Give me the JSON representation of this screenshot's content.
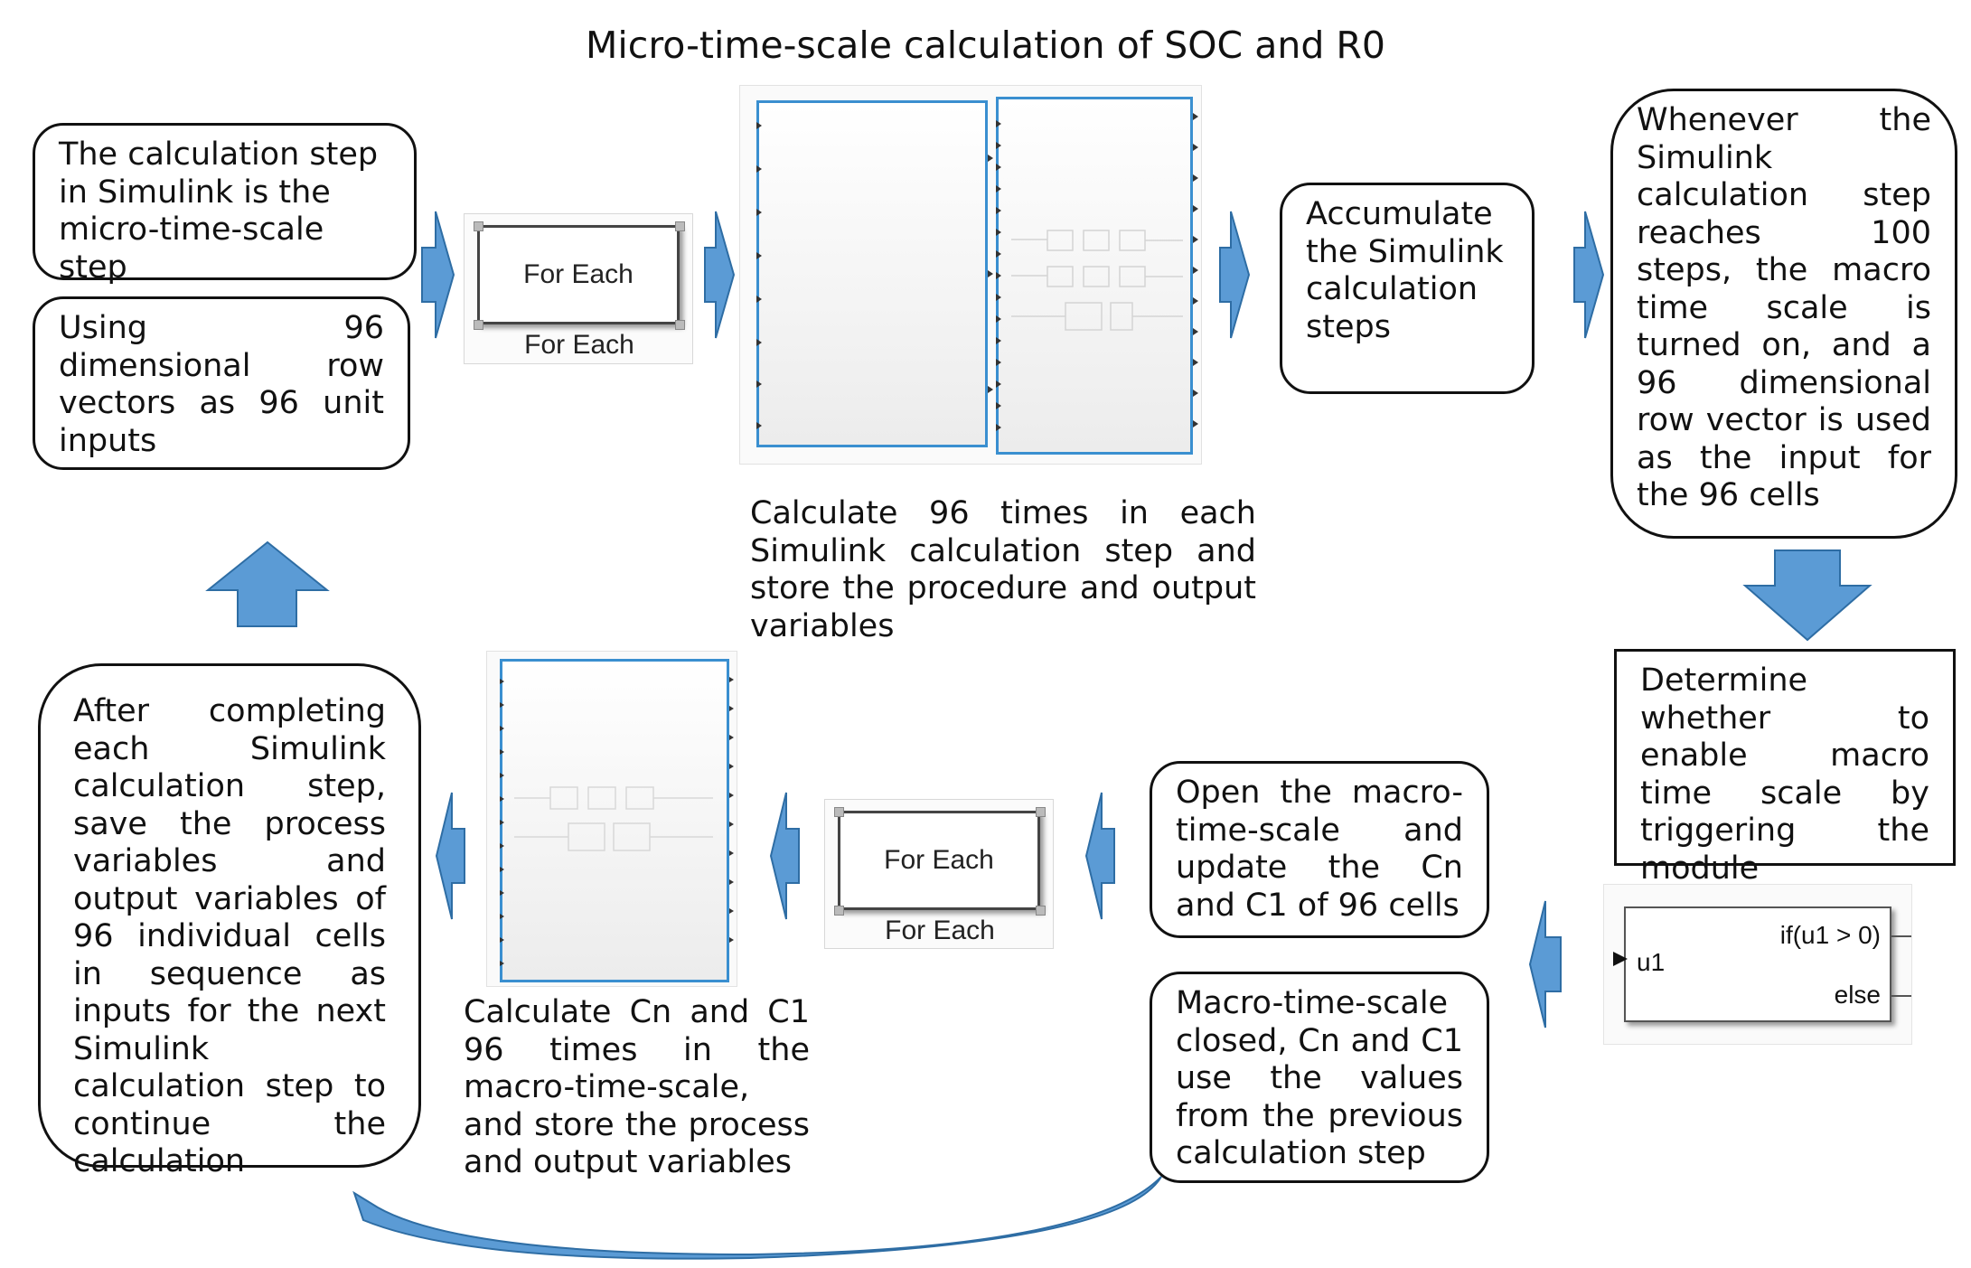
{
  "title": "Micro-time-scale calculation of SOC and R0",
  "boxes": {
    "micro_step": "The calculation step in Simulink is the micro-time-scale step",
    "row_vectors": "Using 96 dimensional row vectors as 96 unit inputs",
    "accumulate": "Accumulate the Simulink calculation steps",
    "whenever": "Whenever the Simulink calculation step reaches 100 steps, the macro time scale is turned on, and a 96 dimensional row vector is used as the input for the 96 cells",
    "determine": "Determine whether to enable macro time scale by triggering the module",
    "open_macro": "Open the macro-time-scale and update the Cn and C1 of 96 cells",
    "macro_closed": "Macro-time-scale closed, Cn and C1 use the values from the previous calculation step",
    "after_completing": "After completing each Simulink calculation step, save the process variables and output variables of 96 individual cells in sequence as inputs for the next Simulink calculation step to continue the calculation"
  },
  "captions": {
    "calc96": "Calculate 96 times in each Simulink calculation step and store the procedure and output variables",
    "calc_cn": "Calculate Cn and C1 96 times in the macro-time-scale, and store the process and output variables"
  },
  "blocks": {
    "for_each_1": {
      "inner": "For Each",
      "label": "For Each"
    },
    "for_each_2": {
      "inner": "For Each",
      "label": "For Each"
    },
    "if_block": {
      "input": "u1",
      "out1": "if(u1 > 0)",
      "out2": "else"
    }
  },
  "colors": {
    "arrow_fill": "#5b9bd5",
    "arrow_stroke": "#2e6da4",
    "border": "#111111"
  }
}
